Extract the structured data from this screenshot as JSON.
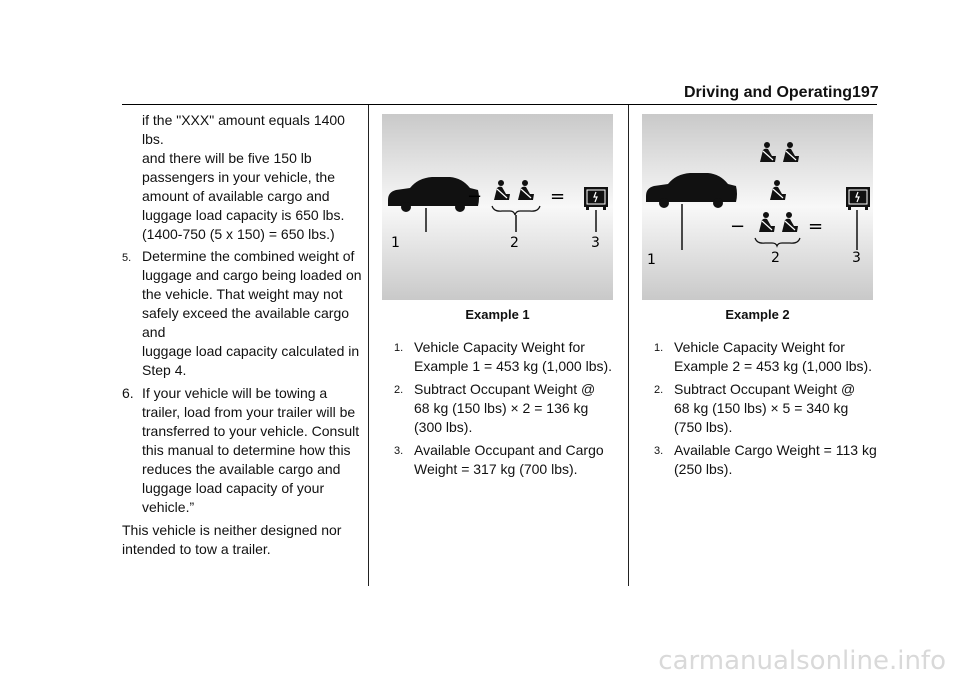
{
  "header": {
    "section_title": "Driving and Operating",
    "page_number": "197"
  },
  "left_column": {
    "continuation_lines": [
      "if the \"XXX\" amount equals 1400 lbs.",
      "and there will be five 150 lb",
      "passengers in your vehicle, the",
      "amount of available cargo and",
      "luggage load capacity is 650 lbs.",
      "(1400-750 (5 x 150) = 650 lbs.)"
    ],
    "step5": {
      "num": "5.",
      "lines": [
        "Determine the combined weight of",
        "luggage and cargo being loaded on",
        "the vehicle. That weight may not",
        "safely exceed the available cargo and",
        "luggage load capacity calculated in",
        "Step 4."
      ]
    },
    "step6": {
      "num": "6.",
      "lines": [
        "If your vehicle will be towing a",
        "trailer, load from your trailer will be",
        "transferred to your vehicle. Consult",
        "this manual to determine how this",
        "reduces the available cargo and",
        "luggage load capacity of your",
        "vehicle.”"
      ]
    },
    "closing_lines": [
      "This vehicle is neither designed nor",
      "intended to tow a trailer."
    ]
  },
  "example1": {
    "caption": "Example 1",
    "callouts": [
      "1",
      "2",
      "3"
    ],
    "operators": [
      "−",
      "="
    ],
    "items": [
      {
        "num": "1.",
        "lines": [
          "Vehicle Capacity Weight for",
          "Example 1 = 453 kg (1,000 lbs)."
        ]
      },
      {
        "num": "2.",
        "lines": [
          "Subtract Occupant Weight @",
          "68 kg (150 lbs) × 2 = 136 kg",
          "(300 lbs)."
        ]
      },
      {
        "num": "3.",
        "lines": [
          "Available Occupant and Cargo",
          "Weight = 317 kg (700 lbs)."
        ]
      }
    ]
  },
  "example2": {
    "caption": "Example 2",
    "callouts": [
      "1",
      "2",
      "3"
    ],
    "operators": [
      "−",
      "="
    ],
    "items": [
      {
        "num": "1.",
        "lines": [
          "Vehicle Capacity Weight for",
          "Example 2 = 453 kg (1,000 lbs)."
        ]
      },
      {
        "num": "2.",
        "lines": [
          "Subtract Occupant Weight @",
          "68 kg (150 lbs) × 5 = 340 kg",
          "(750 lbs)."
        ]
      },
      {
        "num": "3.",
        "lines": [
          "Available Cargo Weight = 113 kg",
          "(250 lbs)."
        ]
      }
    ]
  },
  "icons": {
    "car": "car-silhouette-icon",
    "occupant": "seated-occupant-icon",
    "cargo": "cargo-box-icon"
  },
  "watermark": "carmanualsonline.info"
}
